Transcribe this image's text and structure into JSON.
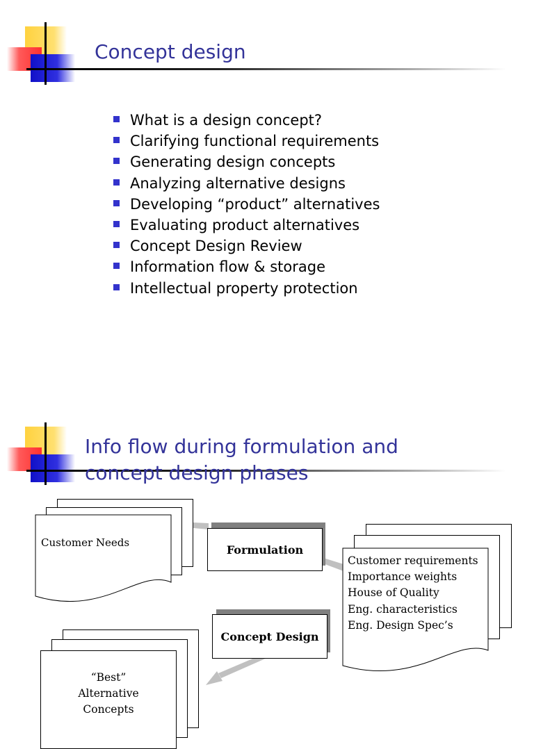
{
  "slide1": {
    "title": "Concept design",
    "bullets": [
      "What is a design concept?",
      "Clarifying functional requirements",
      "Generating design concepts",
      "Analyzing alternative designs",
      "Developing “product” alternatives",
      "Evaluating product alternatives",
      "Concept Design Review",
      "Information flow & storage",
      "Intellectual property protection"
    ]
  },
  "slide2": {
    "title_line1": "Info flow during formulation and",
    "title_line2": "concept design phases",
    "customer_needs": "Customer Needs",
    "formulation": "Formulation",
    "concept_design": "Concept Design",
    "requirements_list": [
      "Customer requirements",
      "Importance weights",
      "House of Quality",
      "Eng. characteristics",
      "Eng. Design Spec’s"
    ],
    "best_alternatives": [
      "“Best”",
      "Alternative",
      "Concepts"
    ]
  },
  "colors": {
    "title": "#333399",
    "bullet": "#3333cc",
    "logo_yellow": "#ffd23f",
    "logo_red": "#ff3030",
    "logo_blue": "#1010c8",
    "arrow_gray": "#c0c0c0"
  }
}
